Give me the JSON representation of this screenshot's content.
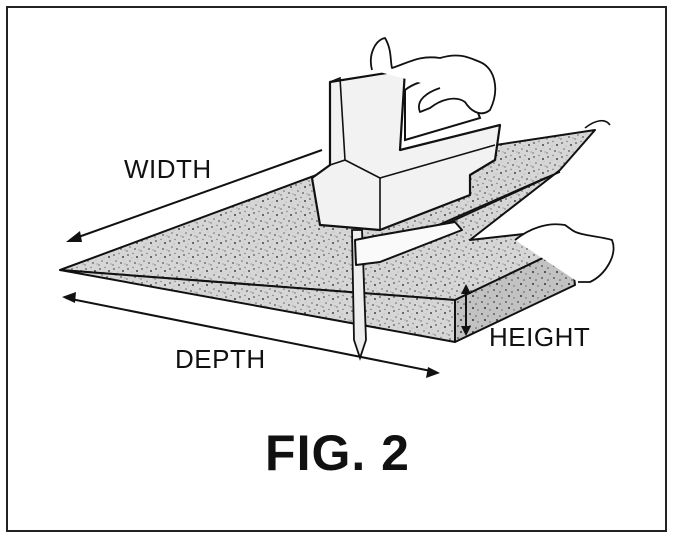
{
  "labels": {
    "width": "WIDTH",
    "depth": "DEPTH",
    "height": "HEIGHT"
  },
  "caption": "FIG. 2",
  "colors": {
    "line": "#111111",
    "foam": "#d4d4d4",
    "foam_side": "#bdbdbd",
    "tool": "#f2f2f2"
  }
}
